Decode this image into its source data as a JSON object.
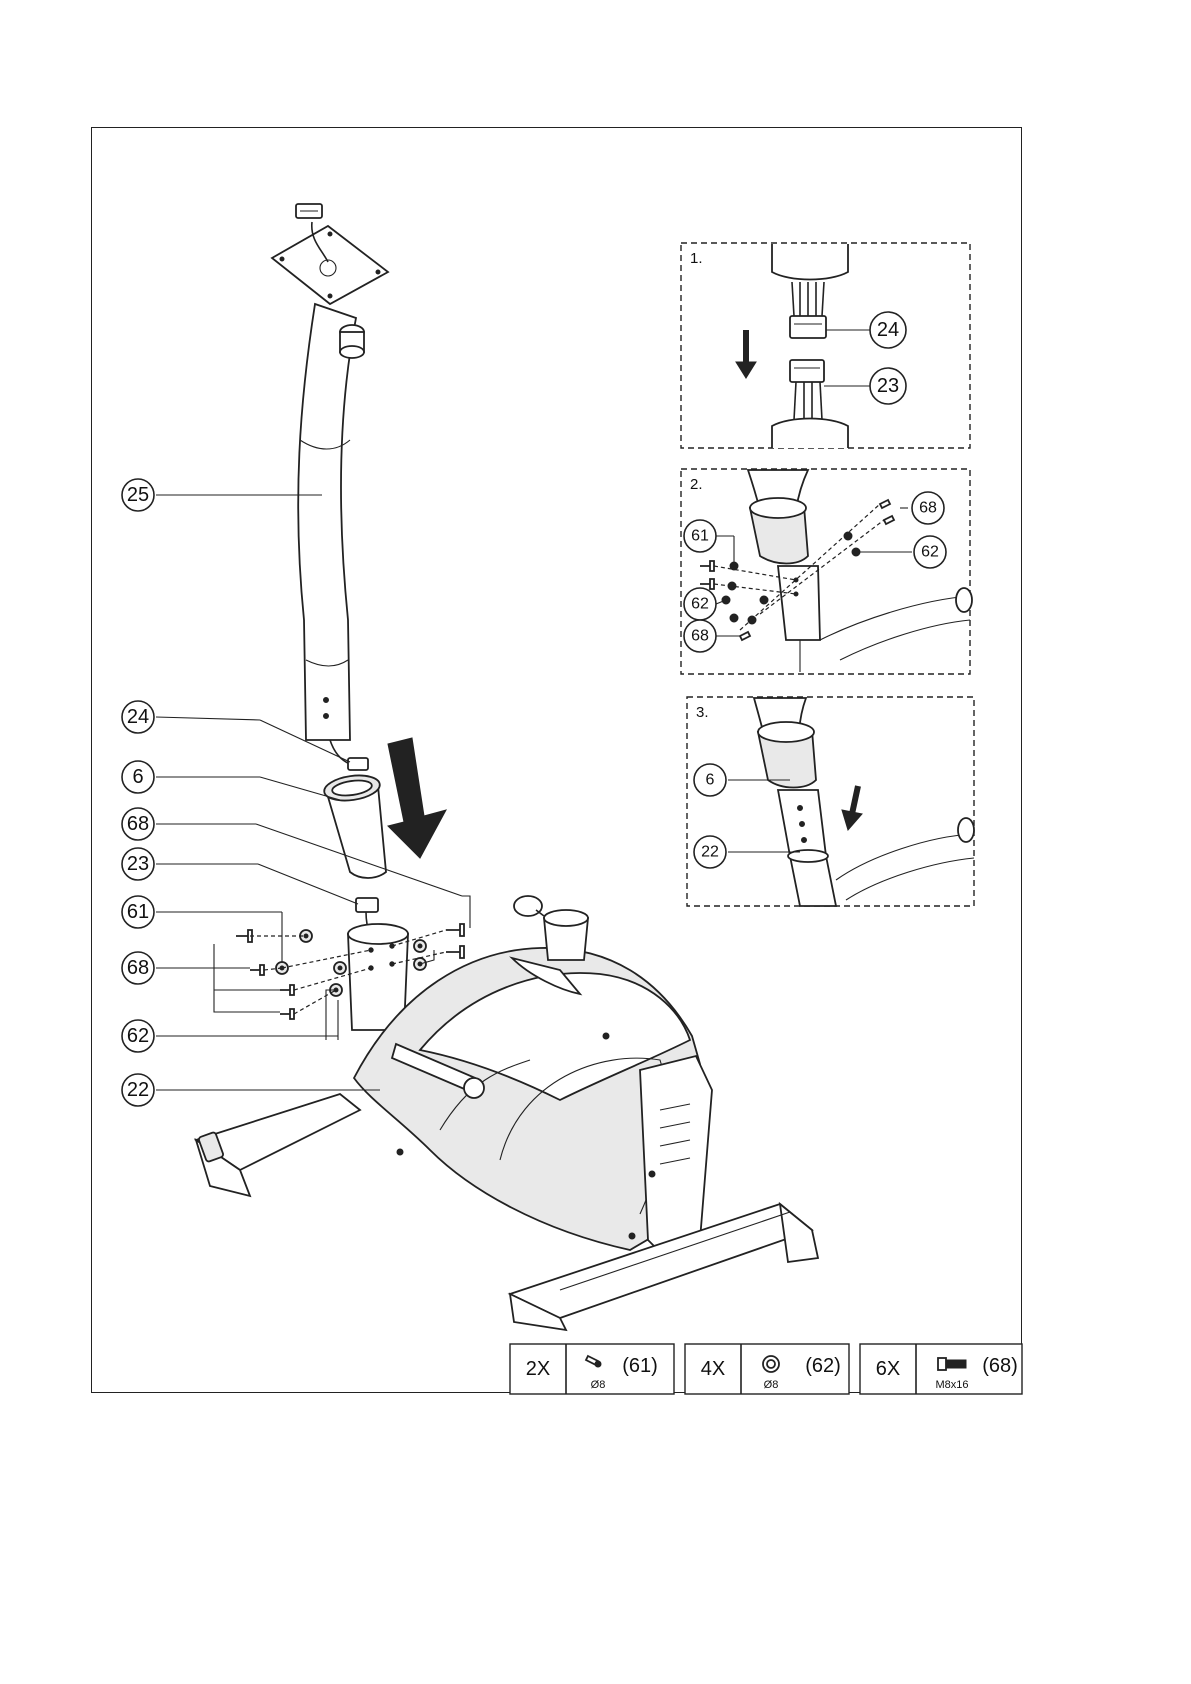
{
  "main_callouts": [
    "25",
    "24",
    "6",
    "68",
    "23",
    "61",
    "68",
    "62",
    "22"
  ],
  "inset1": {
    "step": "1.",
    "callouts": [
      "24",
      "23"
    ]
  },
  "inset2": {
    "step": "2.",
    "callouts": [
      "68",
      "61",
      "62",
      "62",
      "68"
    ]
  },
  "inset3": {
    "step": "3.",
    "callouts": [
      "6",
      "22"
    ]
  },
  "hardware": [
    {
      "qty": "2X",
      "part": "(61)",
      "size": "Ø8",
      "icon": "bolt-icon"
    },
    {
      "qty": "4X",
      "part": "(62)",
      "size": "Ø8",
      "icon": "washer-icon"
    },
    {
      "qty": "6X",
      "part": "(68)",
      "size": "M8x16",
      "icon": "screw-icon"
    }
  ]
}
